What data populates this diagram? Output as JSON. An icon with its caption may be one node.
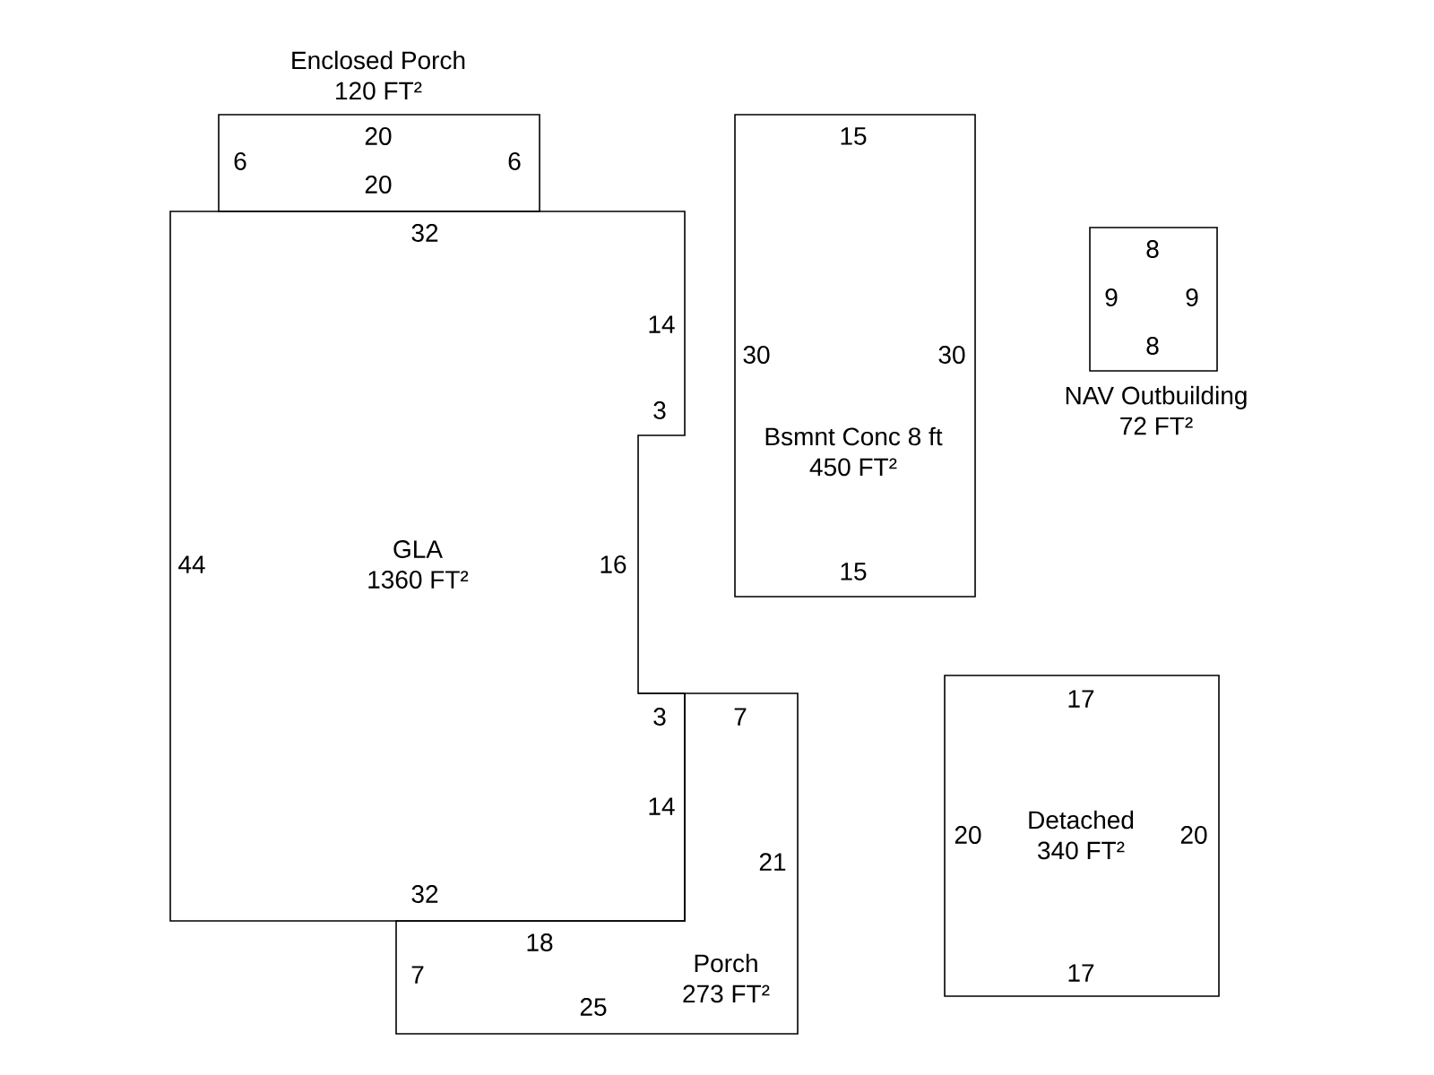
{
  "diagram": {
    "nodes": [
      {
        "text": [
          "Enclosed Porch",
          "120 FT²"
        ]
      },
      {
        "text": [
          "Bsmnt Conc 8 ft",
          "450 FT²"
        ]
      },
      {
        "text": [
          "NAV Outbuilding",
          "72 FT²"
        ]
      },
      {
        "text": [
          "GLA",
          "1360 FT²"
        ]
      },
      {
        "text": [
          "Detached",
          "340 FT²"
        ]
      },
      {
        "text": [
          "Porch",
          "273 FT²"
        ]
      }
    ],
    "labels": [
      "20",
      "6",
      "6",
      "20",
      "15",
      "30",
      "30",
      "15",
      "8",
      "9",
      "9",
      "8",
      "32",
      "14",
      "3",
      "44",
      "16",
      "3",
      "14",
      "32",
      "7",
      "21",
      "18",
      "7",
      "25",
      "17",
      "20",
      "20",
      "17"
    ]
  }
}
